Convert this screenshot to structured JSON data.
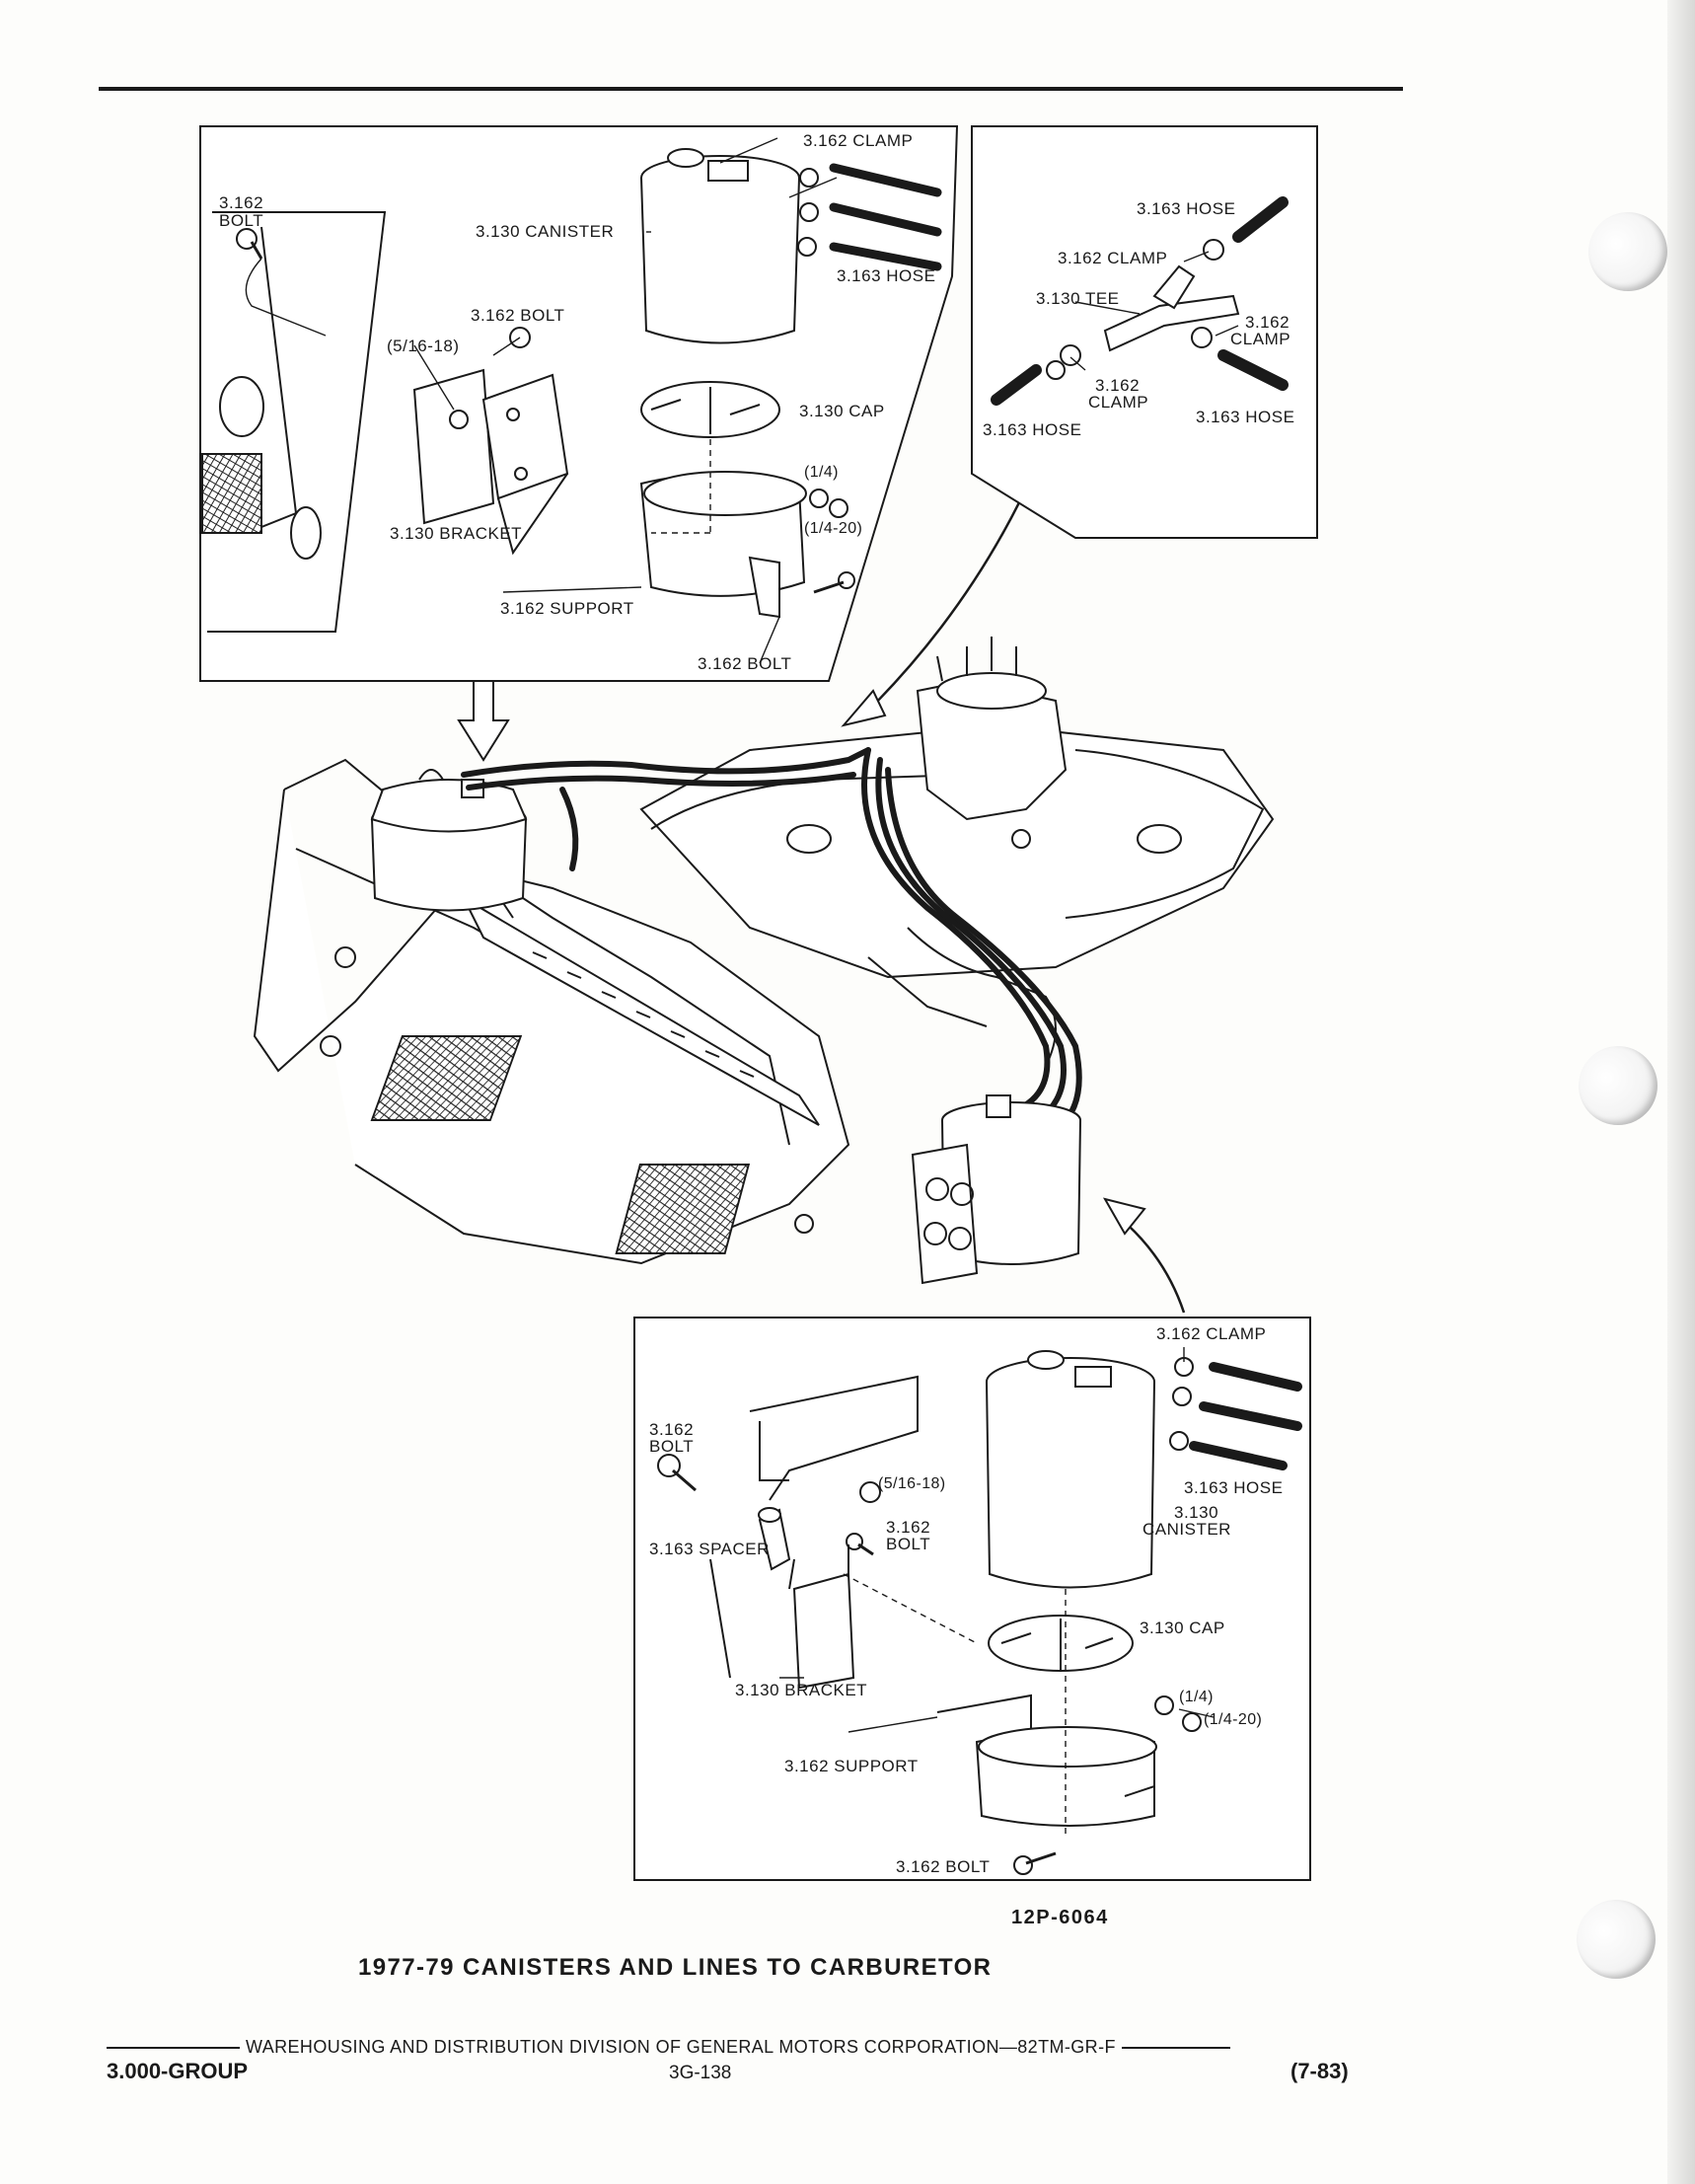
{
  "figure": {
    "number": "12P-6064",
    "caption": "1977-79 CANISTERS AND LINES TO CARBURETOR"
  },
  "top_left_inset": {
    "labels": {
      "bolt_left": [
        "3.162",
        "BOLT"
      ],
      "canister": "3.130 CANISTER",
      "clamp": "3.162 CLAMP",
      "hose": "3.163 HOSE",
      "bolt_mid": "3.162 BOLT",
      "nut_5_16": "(5/16-18)",
      "cap": "3.130 CAP",
      "nut_1_4": "(1/4)",
      "nut_1_4_20": "(1/4-20)",
      "bracket": "3.130 BRACKET",
      "support": "3.162 SUPPORT",
      "bolt_bottom": "3.162 BOLT"
    }
  },
  "top_right_inset": {
    "labels": {
      "hose_top": "3.163 HOSE",
      "clamp_top": "3.162 CLAMP",
      "tee": "3.130 TEE",
      "clamp_right": [
        "3.162",
        "CLAMP"
      ],
      "clamp_mid": [
        "3.162",
        "CLAMP"
      ],
      "hose_left": "3.163 HOSE",
      "hose_right": "3.163 HOSE"
    }
  },
  "bottom_inset": {
    "labels": {
      "clamp": "3.162 CLAMP",
      "bolt_left": [
        "3.162",
        "BOLT"
      ],
      "nut_5_16": "(5/16-18)",
      "bolt_mid": [
        "3.162",
        "BOLT"
      ],
      "spacer": "3.163 SPACER",
      "hose": "3.163 HOSE",
      "canister": [
        "3.130",
        "CANISTER"
      ],
      "cap": "3.130 CAP",
      "bracket": "3.130 BRACKET",
      "nut_1_4": "(1/4)",
      "nut_1_4_20": "(1/4-20)",
      "support": "3.162 SUPPORT",
      "bolt_bottom": "3.162 BOLT"
    }
  },
  "footer": {
    "publisher": "WAREHOUSING AND DISTRIBUTION  DIVISION OF GENERAL MOTORS CORPORATION—82TM-GR-F",
    "group": "3.000-GROUP",
    "page": "3G-138",
    "revision": "(7-83)"
  }
}
